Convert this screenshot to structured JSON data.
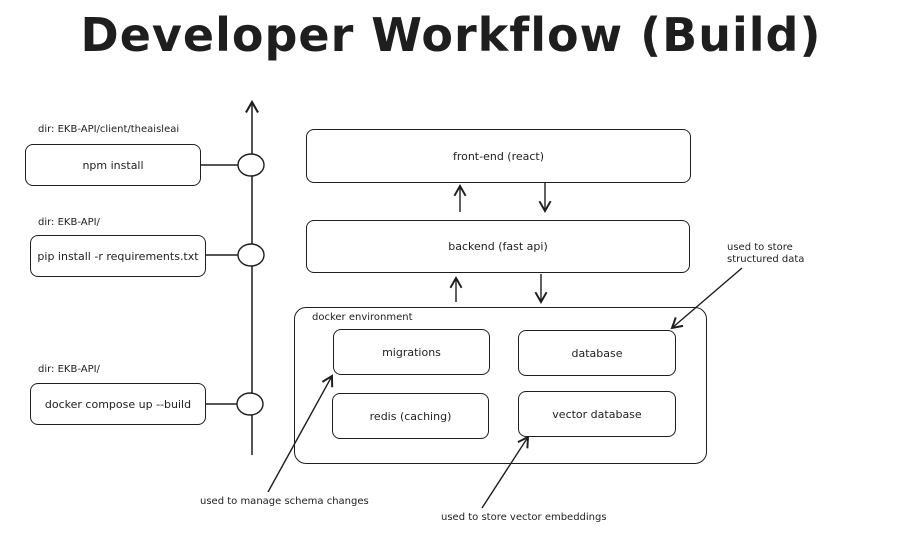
{
  "title": "Developer Workflow (Build)",
  "steps": [
    {
      "dir": "dir: EKB-API/client/theaisleai",
      "command": "npm install"
    },
    {
      "dir": "dir: EKB-API/",
      "command": "pip install -r requirements.txt"
    },
    {
      "dir": "dir: EKB-API/",
      "command": "docker compose up --build"
    }
  ],
  "architecture": {
    "frontend": "front-end (react)",
    "backend": "backend (fast api)",
    "docker_label": "docker environment",
    "migrations": "migrations",
    "database": "database",
    "redis": "redis (caching)",
    "vector_database": "vector database"
  },
  "annotations": {
    "database_note_line1": "used to store",
    "database_note_line2": "structured data",
    "migrations_note": "used to  manage schema changes",
    "vector_note": "used to store vector embeddings"
  }
}
